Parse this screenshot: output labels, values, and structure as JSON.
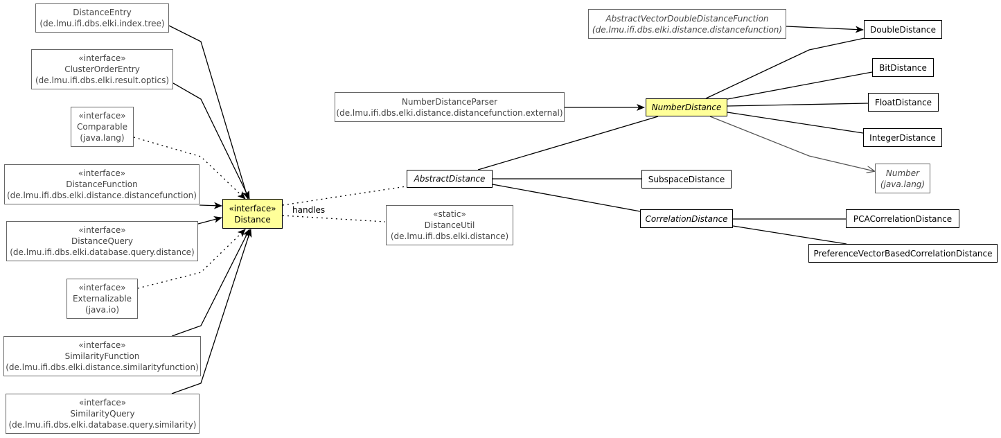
{
  "nodes": {
    "distance_entry": {
      "name": "DistanceEntry",
      "package": "(de.lmu.ifi.dbs.elki.index.tree)"
    },
    "cluster_order_entry": {
      "stereotype": "«interface»",
      "name": "ClusterOrderEntry",
      "package": "(de.lmu.ifi.dbs.elki.result.optics)"
    },
    "comparable": {
      "stereotype": "«interface»",
      "name": "Comparable",
      "package": "(java.lang)"
    },
    "distance_function": {
      "stereotype": "«interface»",
      "name": "DistanceFunction",
      "package": "(de.lmu.ifi.dbs.elki.distance.distancefunction)"
    },
    "distance_query": {
      "stereotype": "«interface»",
      "name": "DistanceQuery",
      "package": "(de.lmu.ifi.dbs.elki.database.query.distance)"
    },
    "externalizable": {
      "stereotype": "«interface»",
      "name": "Externalizable",
      "package": "(java.io)"
    },
    "similarity_function": {
      "stereotype": "«interface»",
      "name": "SimilarityFunction",
      "package": "(de.lmu.ifi.dbs.elki.distance.similarityfunction)"
    },
    "similarity_query": {
      "stereotype": "«interface»",
      "name": "SimilarityQuery",
      "package": "(de.lmu.ifi.dbs.elki.database.query.similarity)"
    },
    "distance": {
      "stereotype": "«interface»",
      "name": "Distance"
    },
    "number_distance_parser": {
      "name": "NumberDistanceParser",
      "package": "(de.lmu.ifi.dbs.elki.distance.distancefunction.external)"
    },
    "abstract_distance": {
      "name": "AbstractDistance"
    },
    "distance_util": {
      "stereotype": "«static»",
      "name": "DistanceUtil",
      "package": "(de.lmu.ifi.dbs.elki.distance)"
    },
    "abstract_vector_ddf": {
      "name": "AbstractVectorDoubleDistanceFunction",
      "package": "(de.lmu.ifi.dbs.elki.distance.distancefunction)"
    },
    "number_distance": {
      "name": "NumberDistance"
    },
    "subspace_distance": {
      "name": "SubspaceDistance"
    },
    "correlation_distance": {
      "name": "CorrelationDistance"
    },
    "double_distance": {
      "name": "DoubleDistance"
    },
    "bit_distance": {
      "name": "BitDistance"
    },
    "float_distance": {
      "name": "FloatDistance"
    },
    "integer_distance": {
      "name": "IntegerDistance"
    },
    "number": {
      "name": "Number",
      "package": "(java.lang)"
    },
    "pca_correlation_distance": {
      "name": "PCACorrelationDistance"
    },
    "preference_vector_cd": {
      "name": "PreferenceVectorBasedCorrelationDistance"
    }
  },
  "edge_labels": {
    "handles": "handles"
  },
  "colors": {
    "highlight": "#ffff99",
    "external_border": "#666666",
    "line": "#000000"
  }
}
